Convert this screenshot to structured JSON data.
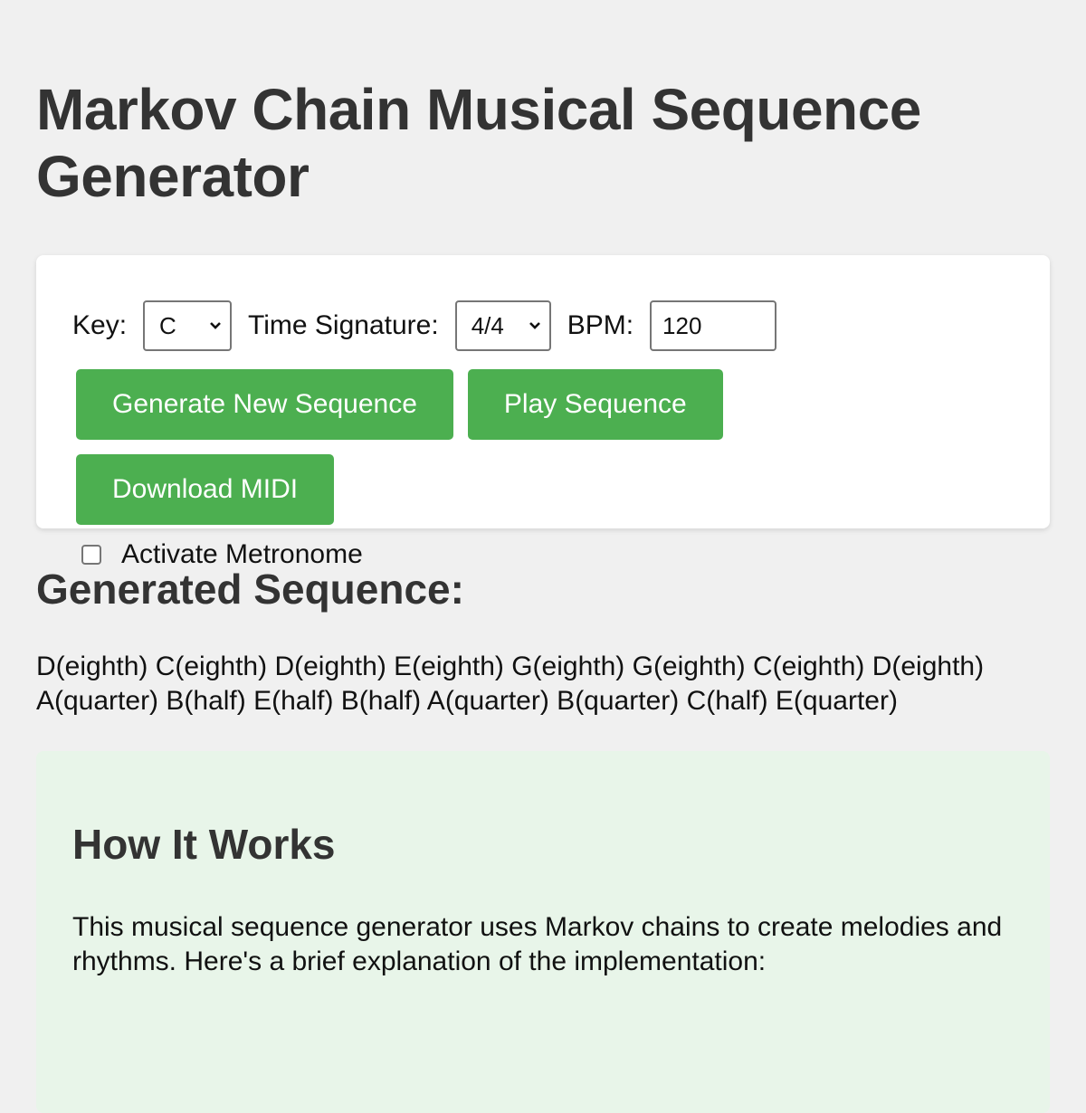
{
  "page": {
    "title": "Markov Chain Musical Sequence Generator"
  },
  "controls": {
    "key_label": "Key:",
    "key_value": "C",
    "time_signature_label": "Time Signature:",
    "time_signature_value": "4/4",
    "bpm_label": "BPM:",
    "bpm_value": "120",
    "generate_label": "Generate New Sequence",
    "play_label": "Play Sequence",
    "download_label": "Download MIDI",
    "metronome_label": "Activate Metronome",
    "metronome_checked": false
  },
  "sequence": {
    "heading": "Generated Sequence:",
    "text": "D(eighth) C(eighth) D(eighth) E(eighth) G(eighth) G(eighth) C(eighth) D(eighth) A(quarter) B(half) E(half) B(half) A(quarter) B(quarter) C(half) E(quarter)",
    "notes": [
      {
        "note": "D",
        "duration": "eighth"
      },
      {
        "note": "C",
        "duration": "eighth"
      },
      {
        "note": "D",
        "duration": "eighth"
      },
      {
        "note": "E",
        "duration": "eighth"
      },
      {
        "note": "G",
        "duration": "eighth"
      },
      {
        "note": "G",
        "duration": "eighth"
      },
      {
        "note": "C",
        "duration": "eighth"
      },
      {
        "note": "D",
        "duration": "eighth"
      },
      {
        "note": "A",
        "duration": "quarter"
      },
      {
        "note": "B",
        "duration": "half"
      },
      {
        "note": "E",
        "duration": "half"
      },
      {
        "note": "B",
        "duration": "half"
      },
      {
        "note": "A",
        "duration": "quarter"
      },
      {
        "note": "B",
        "duration": "quarter"
      },
      {
        "note": "C",
        "duration": "half"
      },
      {
        "note": "E",
        "duration": "quarter"
      }
    ]
  },
  "info": {
    "heading": "How It Works",
    "paragraph": "This musical sequence generator uses Markov chains to create melodies and rhythms. Here's a brief explanation of the implementation:"
  },
  "colors": {
    "accent": "#4caf50",
    "background": "#f0f0f0",
    "info_background": "#e8f5e9",
    "heading": "#333333"
  }
}
